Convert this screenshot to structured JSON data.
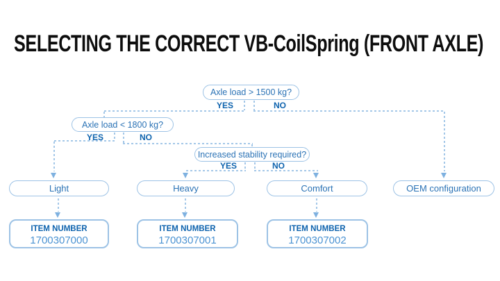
{
  "title": "SELECTING THE CORRECT VB-CoilSpring (FRONT AXLE)",
  "colors": {
    "accent_dark": "#0e63ae",
    "accent_mid": "#2a72b5",
    "accent_light": "#4a92d2",
    "line": "#a3c7e8",
    "border": "#9cc2e5",
    "arrow": "#7eb1e0",
    "title": "#0d0d0d"
  },
  "flowchart": {
    "questions": [
      {
        "label": "Axle load > 1500 kg?",
        "yes_label": "YES",
        "no_label": "NO"
      },
      {
        "label": "Axle load < 1800 kg?",
        "yes_label": "YES",
        "no_label": "NO"
      },
      {
        "label": "Increased stability required?",
        "yes_label": "YES",
        "no_label": "NO"
      }
    ],
    "results": [
      {
        "label": "Light"
      },
      {
        "label": "Heavy"
      },
      {
        "label": "Comfort"
      },
      {
        "label": "OEM configuration"
      }
    ],
    "item_cards": [
      {
        "heading": "ITEM NUMBER",
        "number": "1700307000"
      },
      {
        "heading": "ITEM NUMBER",
        "number": "1700307001"
      },
      {
        "heading": "ITEM NUMBER",
        "number": "1700307002"
      }
    ]
  }
}
